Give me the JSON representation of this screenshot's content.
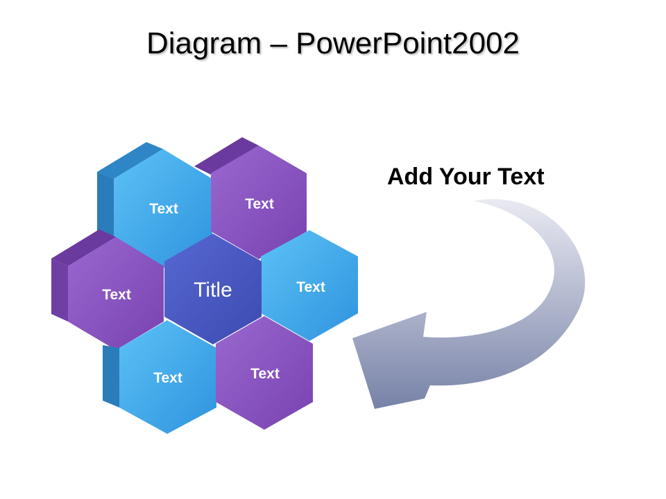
{
  "slide": {
    "title": "Diagram – PowerPoint2002",
    "callout_text": "Add Your Text"
  },
  "diagram": {
    "center": {
      "label": "Title",
      "color": "#4a5bc4"
    },
    "cells": [
      {
        "label": "Text",
        "color": "#39a6ea"
      },
      {
        "label": "Text",
        "color": "#8a53bf"
      },
      {
        "label": "Text",
        "color": "#8a53bf"
      },
      {
        "label": "Text",
        "color": "#39a6ea"
      },
      {
        "label": "Text",
        "color": "#39a6ea"
      },
      {
        "label": "Text",
        "color": "#8a53bf"
      }
    ],
    "arrow_color_light": "#e4e5ef",
    "arrow_color_dark": "#7a84a8"
  }
}
